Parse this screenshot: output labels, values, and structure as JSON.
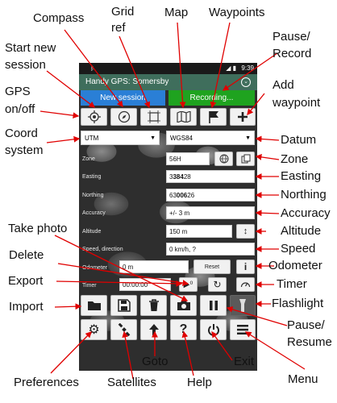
{
  "app": {
    "status_time": "9:39",
    "title": "Handy GPS: Somersby",
    "new_session_label": "New session",
    "recording_label": "Recording..."
  },
  "coords": {
    "system": "UTM",
    "datum": "WGS84",
    "zone_label": "Zone",
    "zone": "56H",
    "easting_label": "Easting",
    "easting_pre": "3",
    "easting_bold": "384",
    "easting_post": "28",
    "northing_label": "Northing",
    "northing_pre": "63",
    "northing_bold": "006",
    "northing_post": "26",
    "accuracy_label": "Accuracy",
    "accuracy": "+/- 3 m",
    "altitude_label": "Altitude",
    "altitude": "150 m",
    "speed_label": "Speed, direction",
    "speed": "0 km/h, ?",
    "odometer_label": "Odometer",
    "odometer": "0 m",
    "reset_label": "Reset",
    "timer_label": "Timer",
    "timer": "00:00:00"
  },
  "annotations": {
    "compass": "Compass",
    "grid_ref_1": "Grid",
    "grid_ref_2": "ref",
    "map": "Map",
    "waypoints": "Waypoints",
    "pause_record_1": "Pause/",
    "pause_record_2": "Record",
    "start_session_1": "Start new",
    "start_session_2": "session",
    "add_waypoint_1": "Add",
    "add_waypoint_2": "waypoint",
    "gps_1": "GPS",
    "gps_2": "on/off",
    "coord_system_1": "Coord",
    "coord_system_2": "system",
    "datum": "Datum",
    "zone": "Zone",
    "easting": "Easting",
    "northing": "Northing",
    "accuracy": "Accuracy",
    "altitude": "Altitude",
    "take_photo": "Take photo",
    "speed": "Speed",
    "delete": "Delete",
    "odometer": "Odometer",
    "export": "Export",
    "timer": "Timer",
    "import": "Import",
    "flashlight": "Flashlight",
    "pause_resume_1": "Pause/",
    "pause_resume_2": "Resume",
    "goto": "Goto",
    "exit": "Exit",
    "preferences": "Preferences",
    "satellites": "Satellites",
    "help": "Help",
    "menu": "Menu"
  },
  "icons": [
    "crosshair-icon",
    "compass-icon",
    "grid-icon",
    "map-icon",
    "flag-icon",
    "plus-icon",
    "globe-icon",
    "copy-icon",
    "updown-icon",
    "info-icon",
    "photo-export-icon",
    "refresh-icon",
    "gauge-icon",
    "folder-icon",
    "save-icon",
    "trash-icon",
    "camera-icon",
    "pause-icon",
    "flashlight-icon",
    "gear-icon",
    "satellite-icon",
    "arrow-up-icon",
    "question-icon",
    "power-icon",
    "menu-icon"
  ],
  "colors": {
    "blue": "#2a7fd6",
    "green": "#1fa31f",
    "titlebar": "#3f6e5c",
    "arrow": "#e00000"
  }
}
